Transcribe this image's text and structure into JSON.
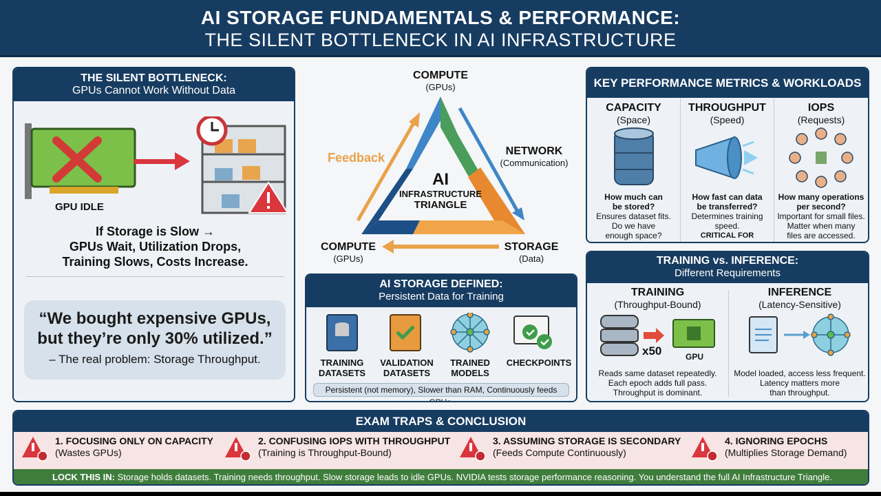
{
  "header": {
    "title": "AI STORAGE FUNDAMENTALS & PERFORMANCE:",
    "subtitle": "THE SILENT BOTTLENECK IN AI INFRASTRUCTURE"
  },
  "bottleneck": {
    "title": "THE SILENT BOTTLENECK:",
    "subtitle": "GPUs Cannot Work Without Data",
    "gpu_label": "GPU IDLE",
    "text": [
      "If Storage is Slow →",
      "GPUs Wait, Utilization Drops,",
      "Training Slows, Costs Increase."
    ],
    "quote": [
      "“We bought expensive GPUs,",
      "but they’re only 30% utilized.”"
    ],
    "quote_attr": "– The real problem: Storage Throughput."
  },
  "triangle": {
    "top": {
      "title": "COMPUTE",
      "sub": "(GPUs)"
    },
    "right": {
      "title": "NETWORK",
      "sub": "(Communication)"
    },
    "bottom_right": {
      "title": "STORAGE",
      "sub": "(Data)"
    },
    "bottom_left": {
      "title": "COMPUTE",
      "sub": "(GPUs)"
    },
    "feedback": "Feedback",
    "center": [
      "AI",
      "INFRASTRUCTURE",
      "TRIANGLE"
    ],
    "colors": {
      "blue": "#3f86c6",
      "green": "#4a9d5b",
      "orange": "#e8892f",
      "navy": "#1d4f86",
      "feedback": "#e9a24a"
    }
  },
  "storage_defined": {
    "title": "AI STORAGE DEFINED:",
    "subtitle": "Persistent Data for Training",
    "items": [
      {
        "label": [
          "TRAINING",
          "DATASETS"
        ],
        "icon": "database-book-icon"
      },
      {
        "label": [
          "VALIDATION",
          "DATASETS"
        ],
        "icon": "check-book-icon"
      },
      {
        "label": [
          "TRAINED",
          "MODELS"
        ],
        "icon": "neural-network-icon"
      },
      {
        "label": [
          "CHECKPOINTS",
          ""
        ],
        "icon": "checkpoint-window-icon"
      }
    ],
    "note": "Persistent (not memory), Slower than RAM, Continuously feeds GPUs."
  },
  "metrics": {
    "title": "KEY PERFORMANCE METRICS & WORKLOADS",
    "items": [
      {
        "title": "CAPACITY",
        "sub": "(Space)",
        "q": [
          "How much can",
          "be stored?"
        ],
        "desc": [
          "Ensures dataset fits.",
          "Do we have",
          "enough space?"
        ],
        "icon": "barrel-icon"
      },
      {
        "title": "THROUGHPUT",
        "sub": "(Speed)",
        "q": [
          "How fast can data",
          "be transferred?"
        ],
        "desc": [
          "Determines training",
          "speed."
        ],
        "emph": "CRITICAL FOR TRAINING.",
        "icon": "funnel-flow-icon"
      },
      {
        "title": "IOPS",
        "sub": "(Requests)",
        "q": [
          "How many operations",
          "per second?"
        ],
        "desc": [
          "Important for small files.",
          "Matter when many",
          "files are accessed."
        ],
        "icon": "hands-requests-icon"
      }
    ]
  },
  "train_infer": {
    "title": "TRAINING vs. INFERENCE:",
    "subtitle": "Different Requirements",
    "training": {
      "title": "TRAINING",
      "sub": "(Throughput-Bound)",
      "mult": "x50",
      "gpu": "GPU",
      "desc": [
        "Reads same dataset repeatedly.",
        "Each epoch adds full pass.",
        "Throughput is dominant."
      ]
    },
    "inference": {
      "title": "INFERENCE",
      "sub": "(Latency-Sensitive)",
      "desc": [
        "Model loaded, access less frequent.",
        "Latency matters more",
        "than throughput."
      ]
    }
  },
  "traps": {
    "title": "EXAM TRAPS & CONCLUSION",
    "items": [
      {
        "t": "1. FOCUSING ONLY ON CAPACITY",
        "s": "(Wastes GPUs)"
      },
      {
        "t": "2. CONFUSING IOPS WITH THROUGHPUT",
        "s": "(Training is Throughput-Bound)"
      },
      {
        "t": "3. ASSUMING STORAGE IS SECONDARY",
        "s": "(Feeds Compute Continuously)"
      },
      {
        "t": "4. IGNORING EPOCHS",
        "s": "(Multiplies Storage Demand)"
      }
    ],
    "lock_label": "LOCK THIS IN:",
    "lock_text": "Storage holds datasets. Training needs throughput. Slow storage leads to idle GPUs. NVIDIA tests storage performance reasoning. You understand the full AI Infrastructure Triangle."
  }
}
